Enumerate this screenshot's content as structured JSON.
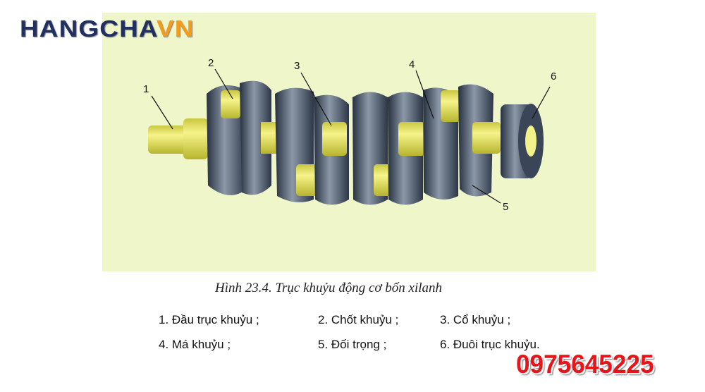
{
  "logo": {
    "part1": "HANGCHA",
    "part2": "VN"
  },
  "diagram": {
    "labels": [
      "1",
      "2",
      "3",
      "4",
      "5",
      "6"
    ]
  },
  "caption": "Hình 23.4. Trục khuỷu động cơ bốn xilanh",
  "legend": [
    "1. Đầu trục khuỷu ;",
    "2. Chốt khuỷu ;",
    "3. Cổ khuỷu ;",
    "4. Má khuỷu ;",
    "5. Đối trọng ;",
    "6. Đuôi trục khuỷu."
  ],
  "phone": "0975645225",
  "colors": {
    "panel": "#eff6c9",
    "logo_dark": "#22305f",
    "logo_accent": "#f39c1c",
    "phone": "#e8141a",
    "metal": "#3f4d62",
    "journal": "#e9e65a"
  }
}
